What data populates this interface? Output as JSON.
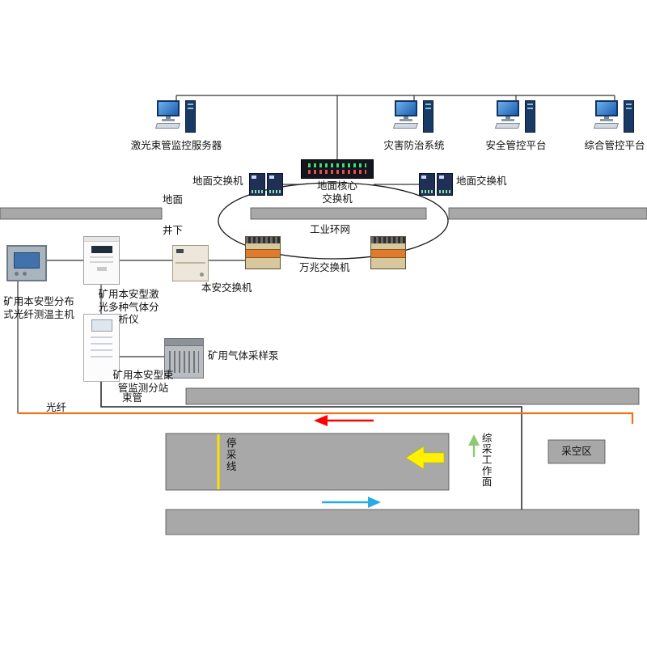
{
  "workstations": [
    {
      "label": "激光束管监控服务器"
    },
    {
      "label": "灾害防治系统"
    },
    {
      "label": "安全管控平台"
    },
    {
      "label": "综合管控平台"
    }
  ],
  "network": {
    "ground_switch_left": "地面交换机",
    "core_line1": "地面核心",
    "core_line2": "交换机",
    "ground_switch_right": "地面交换机",
    "surface": "地面",
    "underground": "井下",
    "ring": "工业环网",
    "ring_switch": "万兆交换机"
  },
  "devices": {
    "fiber_host": "矿用本安型分布式光纤测温主机",
    "gas_analyzer": "矿用本安型激光多种气体分析仪",
    "is_switch": "本安交换机",
    "tube_station": "矿用本安型束管监测分站",
    "sampling_pump": "矿用气体采样泵"
  },
  "mine": {
    "fiber": "光纤",
    "tube": "束管",
    "stop_line": "停采线",
    "working_face": "综采工作面",
    "goaf": "采空区"
  },
  "colors": {
    "rock_gray": "#A8A8A8",
    "fiber_orange": "#E8731A",
    "red_arrow": "#FF0000",
    "blue_arrow": "#29ABE2",
    "yellow_arrow": "#FFF200",
    "green_arrow": "#8FC972",
    "stop_line_yellow": "#FFE100"
  }
}
